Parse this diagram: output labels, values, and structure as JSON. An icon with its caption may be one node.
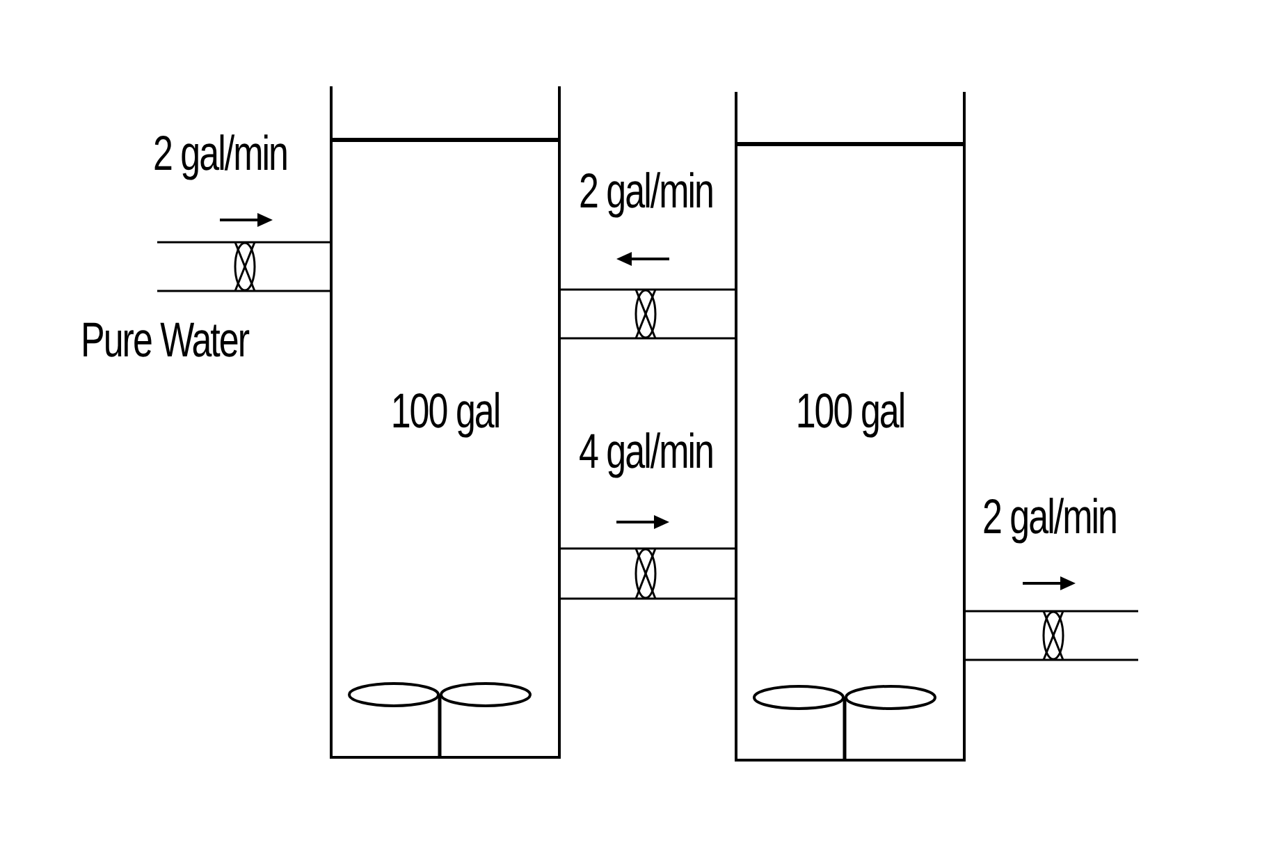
{
  "diagram": {
    "nodes": [
      {
        "text": [
          "100 gal"
        ]
      },
      {
        "text": [
          "100 gal"
        ]
      }
    ],
    "edges": [
      {
        "from": null,
        "to": 0,
        "arrow": "none",
        "label": "2 gal/min"
      },
      {
        "from": 1,
        "to": 0,
        "arrow": "none",
        "label": "2 gal/min"
      },
      {
        "from": 0,
        "to": 1,
        "arrow": "none",
        "label": "4 gal/min"
      },
      {
        "from": 1,
        "to": null,
        "arrow": "none",
        "label": "2 gal/min"
      }
    ],
    "labels": [
      "Pure Water"
    ]
  }
}
